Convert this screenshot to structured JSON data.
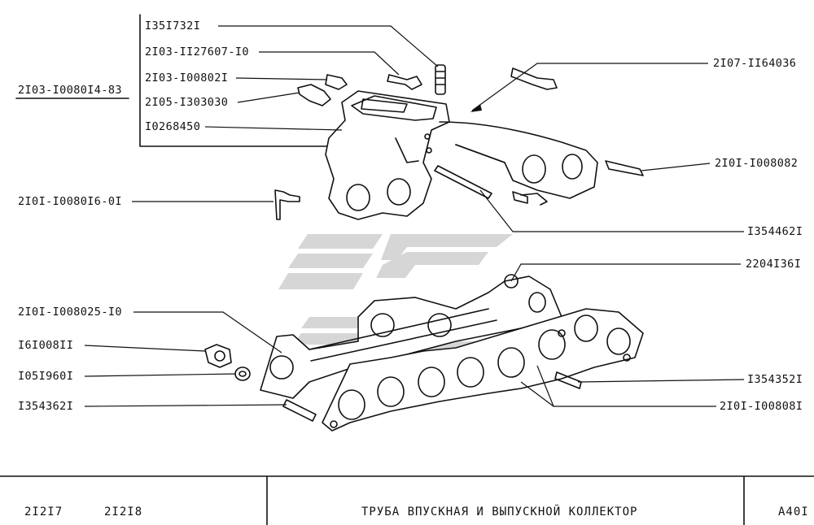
{
  "labels": {
    "assembly": "2I03-I0080I4-83",
    "p1": "I35I732I",
    "p2": "2I03-II27607-I0",
    "p3": "2I03-I00802I",
    "p4": "2I05-I303030",
    "p5": "I0268450",
    "p6": "2I07-II64036",
    "p7": "2I0I-I008082",
    "p8": "2I0I-I0080I6-0I",
    "p9": "I354462I",
    "p10": "2204I36I",
    "p11": "2I0I-I008025-I0",
    "p12": "I6I008II",
    "p13": "I05I960I",
    "p14": "I354362I",
    "p15": "I354352I",
    "p16": "2I0I-I00808I"
  },
  "title_block": {
    "model_a": "2I2I7",
    "model_b": "2I2I8",
    "title": "ТРУБА  ВПУСКНАЯ  И  ВЫПУСКНОЙ  КОЛЛЕКТОР",
    "sheet": "А40I"
  },
  "colors": {
    "ink": "#111111",
    "watermark": "#d9d9d9"
  }
}
